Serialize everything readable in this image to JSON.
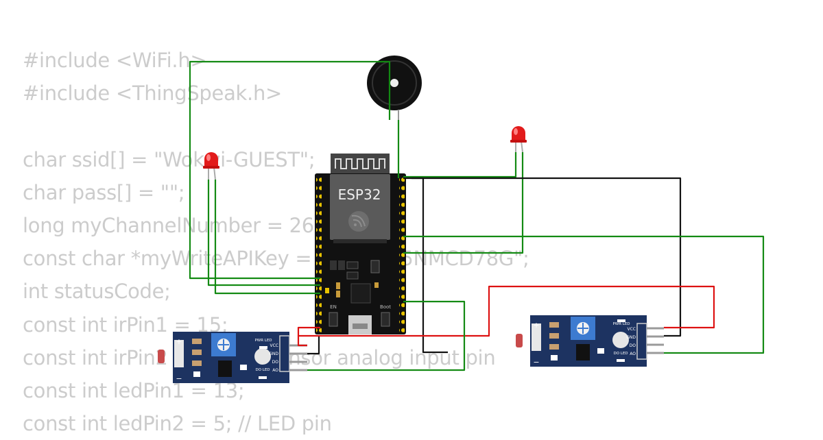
{
  "code_lines": [
    "#include <WiFi.h>",
    "#include <ThingSpeak.h>",
    "",
    "char ssid[] = \"Wokwi-GUEST\";",
    "char pass[] = \"\";",
    "long myChannelNumber = 26",
    "const char *myWriteAPIKey = \"     GQK5NMCD78G\";",
    "int statusCode;",
    "const int irPin1 = 15;",
    "const int irPin2 = 2; // IR sensor analog input pin",
    "const int ledPin1 = 13;",
    "const int ledPin2 = 5; // LED pin"
  ],
  "board": {
    "name": "ESP32",
    "en_label": "EN",
    "boot_label": "Boot"
  },
  "ir_sensor_module": {
    "pins": [
      "VCC",
      "GND",
      "DO",
      "AO"
    ],
    "pwr_led_label": "PWR LED",
    "do_led_label": "DO LED",
    "plus_label": "+",
    "minus_label": "−"
  },
  "wire_colors": {
    "signal": "#138a13",
    "power": "#dd1111",
    "ground": "#111111"
  }
}
